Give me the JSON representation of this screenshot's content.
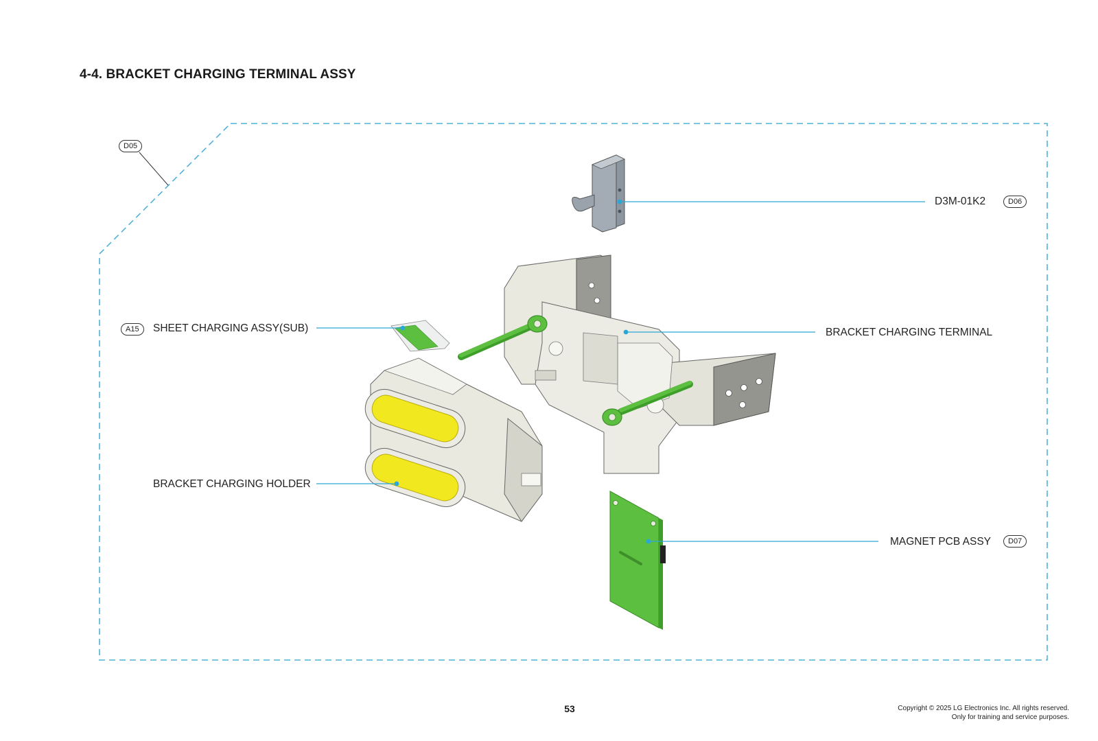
{
  "section": {
    "title": "4-4. BRACKET CHARGING TERMINAL ASSY"
  },
  "refs": {
    "assembly": "D05",
    "d3m": "D06",
    "sheet": "A15",
    "magnet_pcb": "D07"
  },
  "labels": {
    "d3m": "D3M-01K2",
    "sheet": "SHEET CHARGING ASSY(SUB)",
    "terminal": "BRACKET CHARGING TERMINAL",
    "holder": "BRACKET CHARGING HOLDER",
    "magnet_pcb": "MAGNET PCB ASSY"
  },
  "colors": {
    "leader_line": "#2aa7d6",
    "dashed_border": "#4fb2d8",
    "plastic_part": "#ebebe2",
    "green_part": "#5cbf3f",
    "yellow_contact": "#f2e81f",
    "gray_part": "#7d8791"
  },
  "footer": {
    "page_number": "53",
    "copyright_line1": "Copyright © 2025 LG Electronics Inc. All rights reserved.",
    "copyright_line2": "Only for training and service purposes."
  }
}
